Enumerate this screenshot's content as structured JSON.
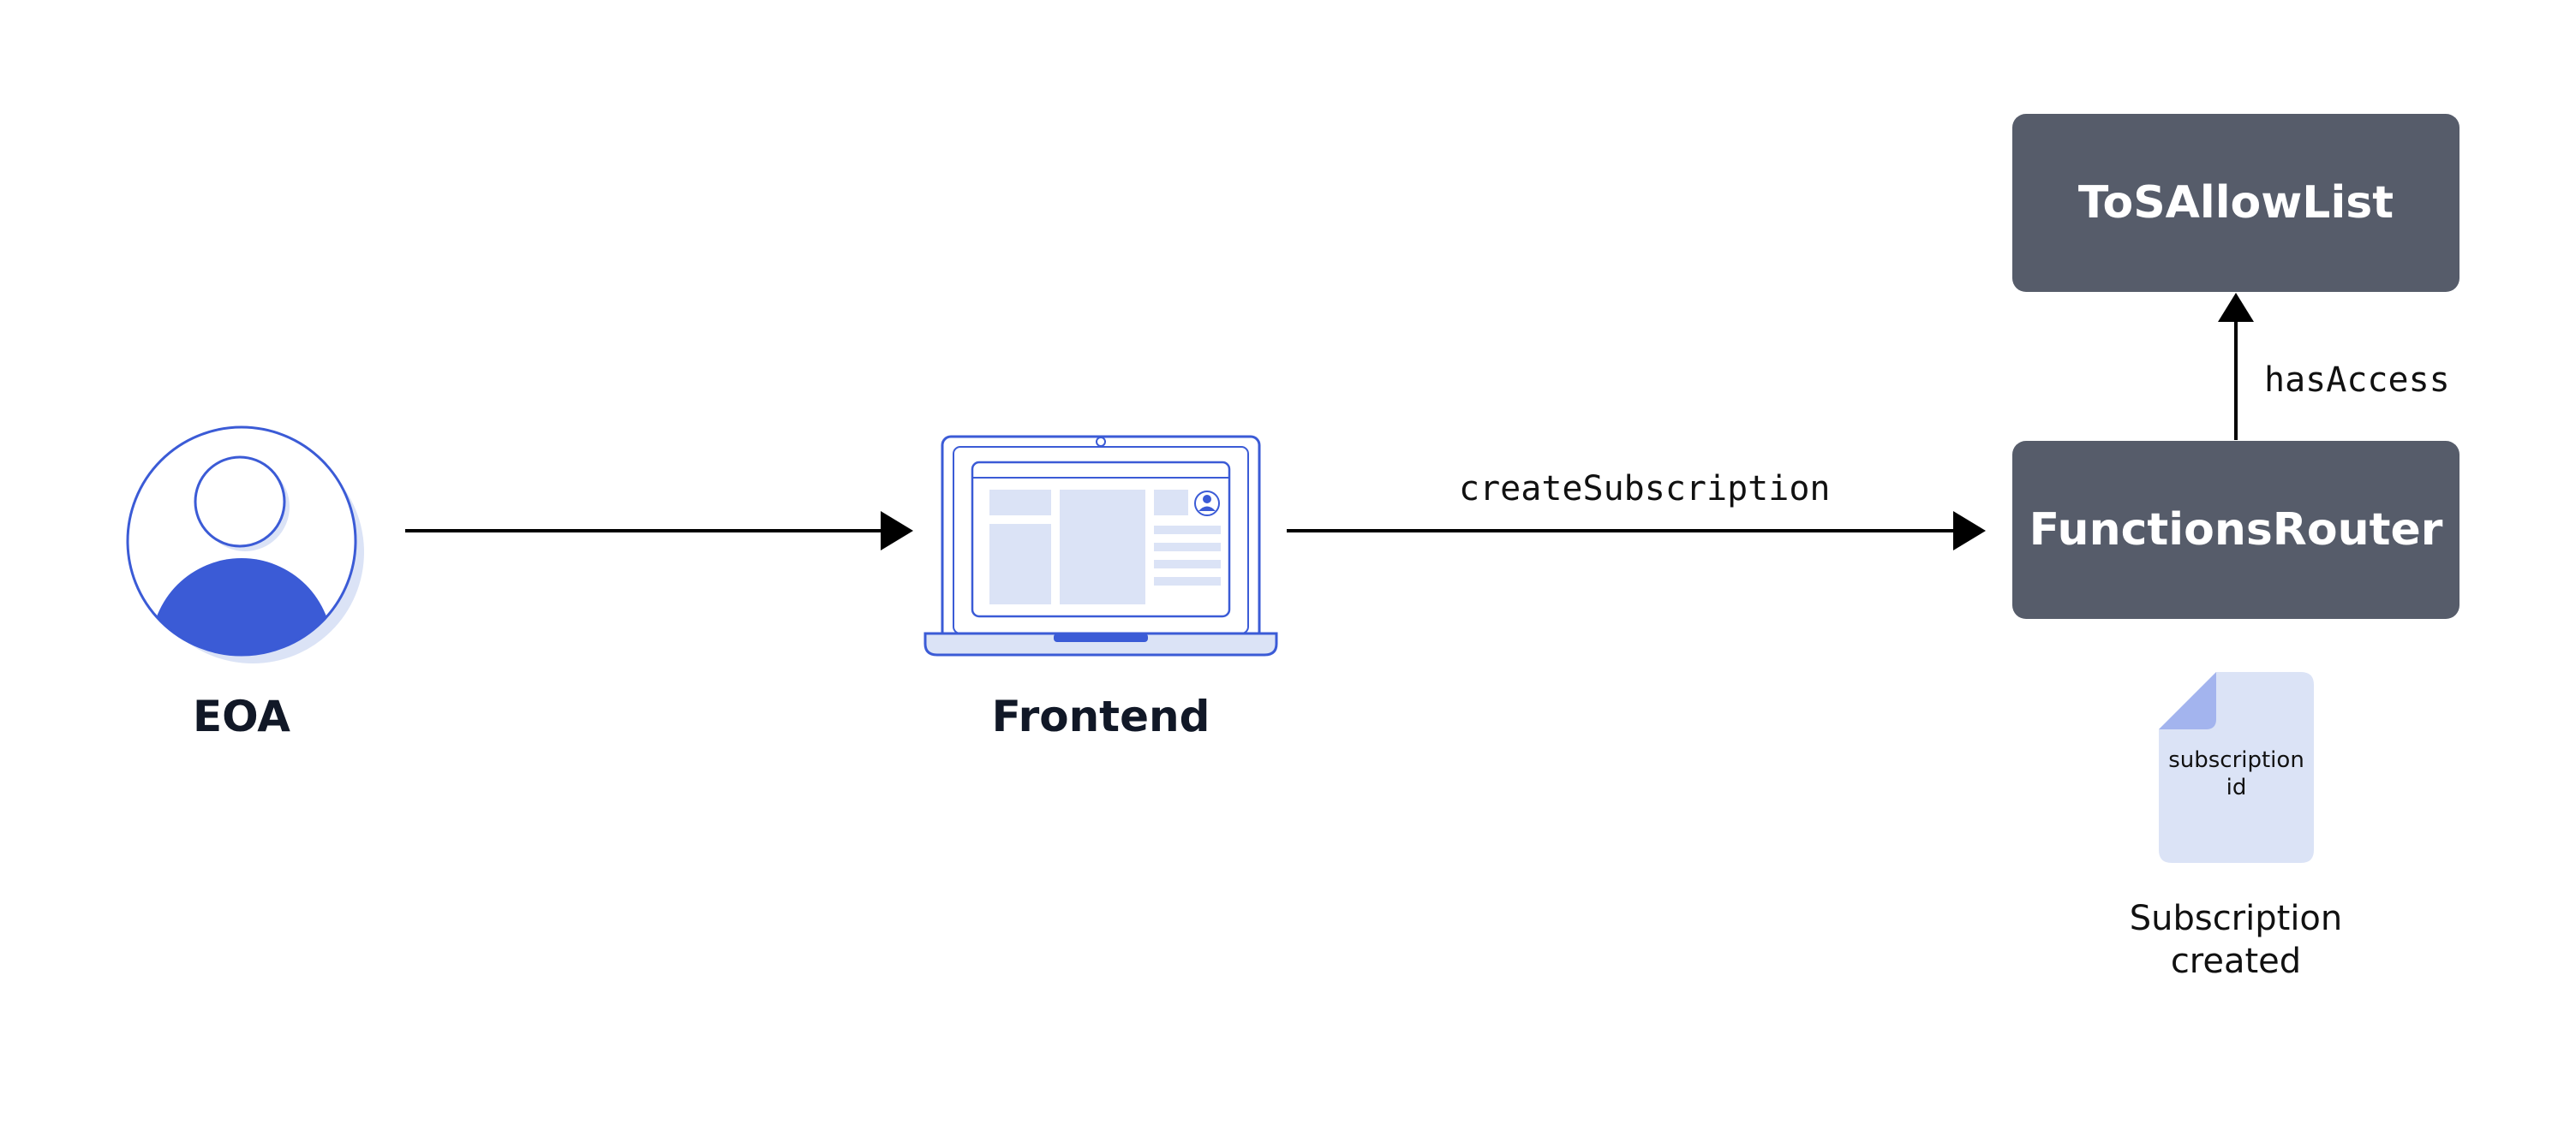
{
  "nodes": {
    "eoa": {
      "label": "EOA"
    },
    "frontend": {
      "label": "Frontend"
    },
    "functions_router": {
      "label": "FunctionsRouter"
    },
    "tos_allow_list": {
      "label": "ToSAllowList"
    }
  },
  "edges": {
    "create_subscription": {
      "label": "createSubscription"
    },
    "has_access": {
      "label": "hasAccess"
    }
  },
  "document": {
    "text_line1": "subscription",
    "text_line2": "id",
    "caption_line1": "Subscription",
    "caption_line2": "created"
  },
  "colors": {
    "accent_blue": "#3b5bd6",
    "light_blue": "#dbe3f6",
    "box_gray": "#565c6a"
  }
}
